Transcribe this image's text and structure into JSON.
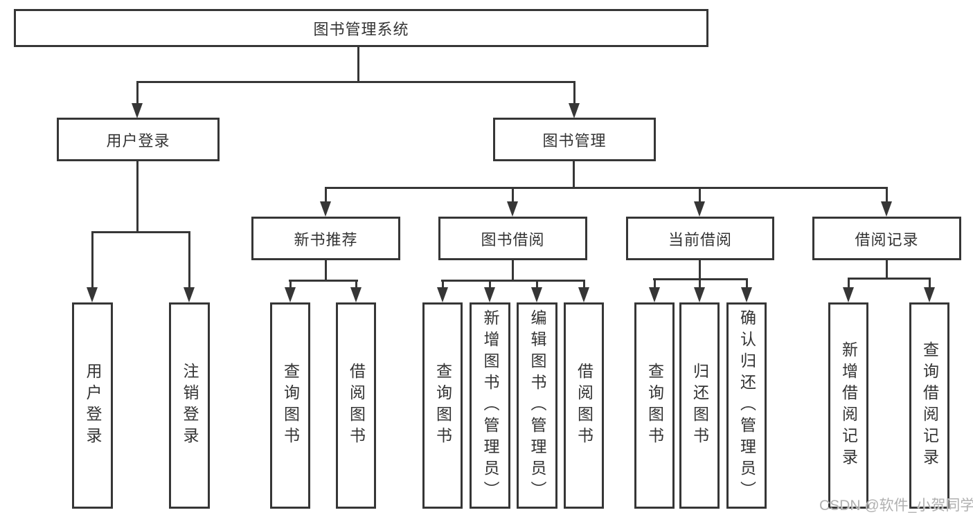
{
  "tree": {
    "label": "图书管理系统",
    "children": [
      {
        "label": "用户登录",
        "children": [
          {
            "label": "用户登录"
          },
          {
            "label": "注销登录"
          }
        ]
      },
      {
        "label": "图书管理",
        "children": [
          {
            "label": "新书推荐",
            "children": [
              {
                "label": "查询图书"
              },
              {
                "label": "借阅图书"
              }
            ]
          },
          {
            "label": "图书借阅",
            "children": [
              {
                "label": "查询图书"
              },
              {
                "label": "新增图书（管理员）"
              },
              {
                "label": "编辑图书（管理员）"
              },
              {
                "label": "借阅图书"
              }
            ]
          },
          {
            "label": "当前借阅",
            "children": [
              {
                "label": "查询图书"
              },
              {
                "label": "归还图书"
              },
              {
                "label": "确认归还（管理员）"
              }
            ]
          },
          {
            "label": "借阅记录",
            "children": [
              {
                "label": "新增借阅记录"
              },
              {
                "label": "查询借阅记录"
              }
            ]
          }
        ]
      }
    ]
  },
  "watermark": {
    "text": "CSDN @软件_小贺同学"
  },
  "colors": {
    "line": "#363636",
    "text": "#333333",
    "watermark": "#b0b0b0",
    "background": "#ffffff"
  }
}
